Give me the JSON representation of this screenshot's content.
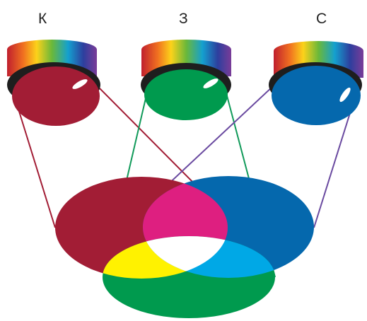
{
  "labels": {
    "red": "К",
    "green": "З",
    "blue": "С"
  },
  "colors": {
    "red": "#a21d35",
    "green": "#009a4e",
    "blue": "#0568ad",
    "magenta": "#de1f80",
    "yellow": "#fff200",
    "cyan": "#00a8e6",
    "white": "#ffffff",
    "lamp_rim": "#1e1e1e",
    "red_beam": "#a21d35",
    "green_beam": "#119a5a",
    "blue_beam": "#6a4aa0"
  },
  "spectrum_stops": [
    "#c01f2e",
    "#f07020",
    "#fcd21a",
    "#6ab83a",
    "#14a0cf",
    "#2d3f9e",
    "#7a3c98"
  ],
  "icons": {
    "lamp": "colored-light-lamp"
  }
}
